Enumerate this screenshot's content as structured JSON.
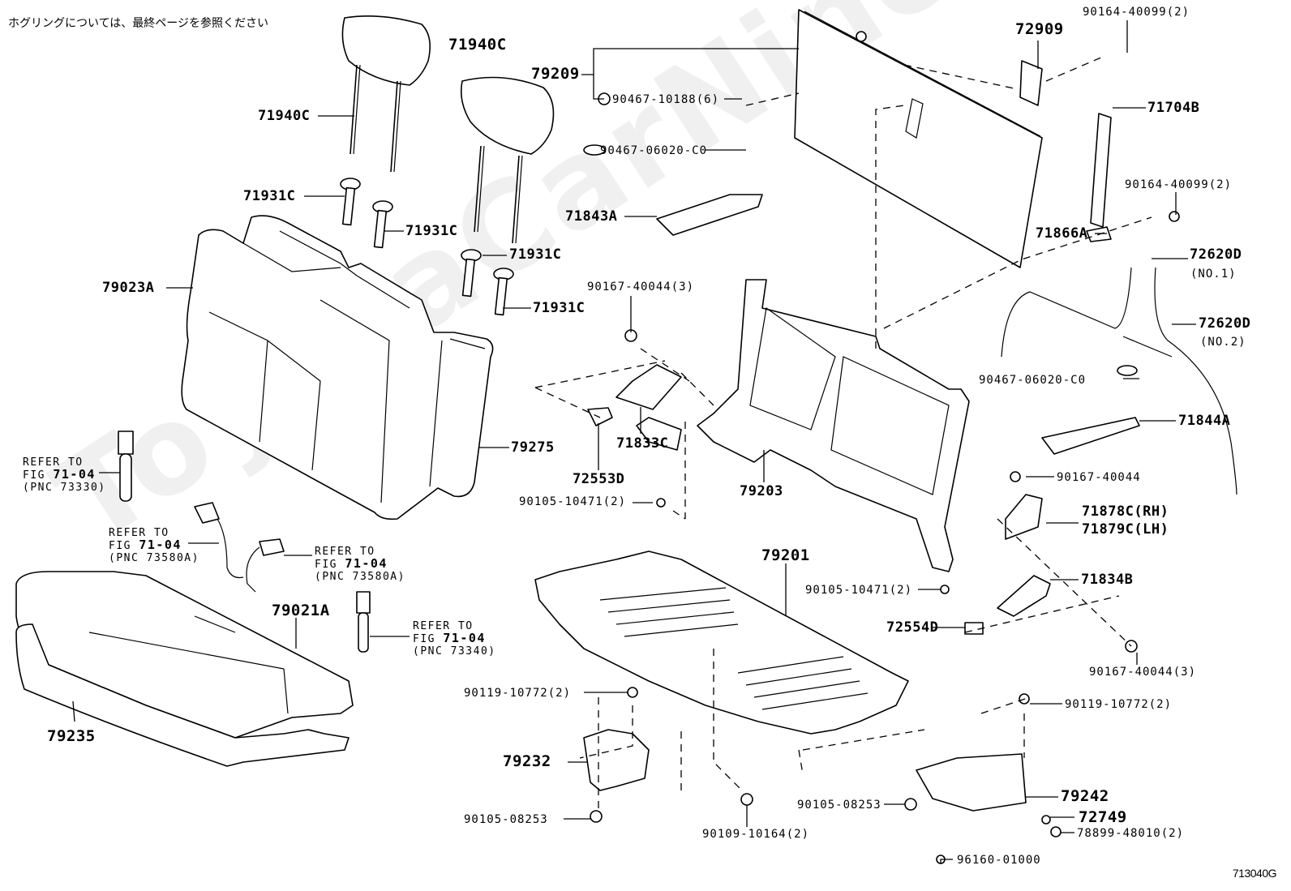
{
  "header": {
    "note": "ホグリングについては、最終ページを参照ください"
  },
  "footer": {
    "figure_code": "713040G"
  },
  "watermark": "ToyotaCarNine.ru",
  "parts": {
    "headrest_1": "71940C",
    "headrest_2": "71940C",
    "headrest_guide_1": "71931C",
    "headrest_guide_2": "71931C",
    "headrest_guide_3": "71931C",
    "headrest_guide_4": "71931C",
    "seatback_cover": "79023A",
    "seatback_pad": "79275",
    "back_board": "79209",
    "back_board_clip": "90467-10188(6)",
    "clip_upper": "90467-06020-C0",
    "cover_71843a": "71843A",
    "lock_striker_72909": "72909",
    "screw_top": "90164-40099(2)",
    "lock_cover_71704b": "71704B",
    "screw_mid": "90164-40099(2)",
    "lock_base_71866a": "71866A",
    "cable_no1": "72620D",
    "cable_no1_note": "(NO.1)",
    "cable_no2": "72620D",
    "cable_no2_note": "(NO.2)",
    "clip_right": "90467-06020-C0",
    "cover_71844a": "71844A",
    "screw_40044_3_left": "90167-40044(3)",
    "hinge_cover_71833c": "71833C",
    "cap_72553d": "72553D",
    "bolt_10471_left": "90105-10471(2)",
    "seatback_frame": "79203",
    "seat_frame": "79201",
    "screw_40044_single": "90167-40044",
    "hinge_cover_rh": "71878C(RH)",
    "hinge_cover_lh": "71879C(LH)",
    "cover_71834b": "71834B",
    "bolt_10471_right": "90105-10471(2)",
    "cap_72554d": "72554D",
    "screw_40044_3_right": "90167-40044(3)",
    "cushion_cover": "79021A",
    "cushion_pad": "79235",
    "bolt_10772_left": "90119-10772(2)",
    "bolt_10772_right": "90119-10772(2)",
    "leg_79232": "79232",
    "bolt_08253_left": "90105-08253",
    "bolt_08253_right": "90105-08253",
    "bolt_10164": "90109-10164(2)",
    "leg_79242": "79242",
    "cap_72749": "72749",
    "bolt_48010": "78899-48010(2)",
    "ring_01000": "96160-01000"
  },
  "references": [
    {
      "line1": "REFER TO",
      "fig_prefix": "FIG ",
      "fig": "71-04",
      "pnc": "(PNC 73330)"
    },
    {
      "line1": "REFER TO",
      "fig_prefix": "FIG ",
      "fig": "71-04",
      "pnc": "(PNC 73580A)"
    },
    {
      "line1": "REFER TO",
      "fig_prefix": "FIG ",
      "fig": "71-04",
      "pnc": "(PNC 73580A)"
    },
    {
      "line1": "REFER TO",
      "fig_prefix": "FIG ",
      "fig": "71-04",
      "pnc": "(PNC 73340)"
    }
  ]
}
